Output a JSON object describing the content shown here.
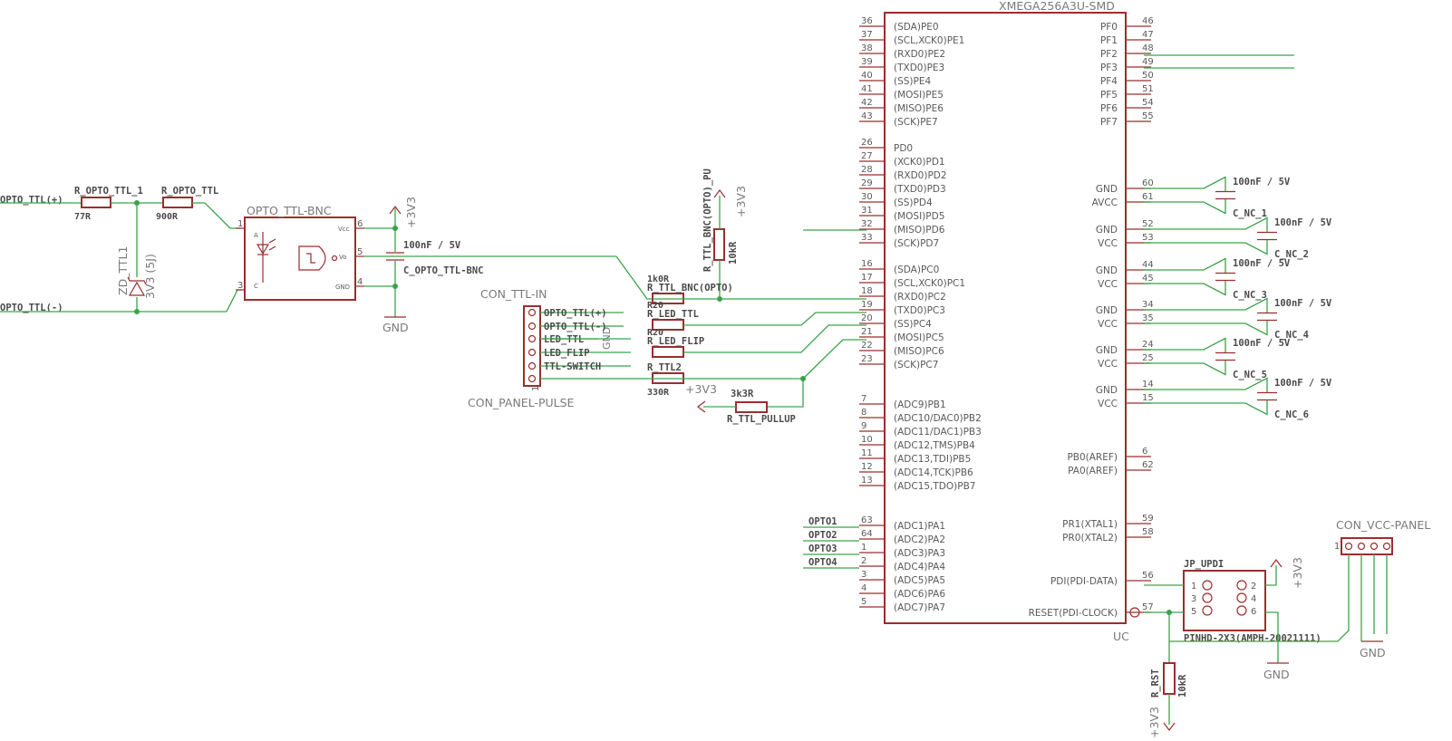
{
  "mcu": {
    "name": "XMEGA256A3U-SMD",
    "ref": "UC",
    "left_pins": [
      {
        "num": "36",
        "name": "(SDA)PE0"
      },
      {
        "num": "37",
        "name": "(SCL,XCK0)PE1"
      },
      {
        "num": "38",
        "name": "(RXD0)PE2"
      },
      {
        "num": "39",
        "name": "(TXD0)PE3"
      },
      {
        "num": "40",
        "name": "(SS)PE4"
      },
      {
        "num": "41",
        "name": "(MOSI)PE5"
      },
      {
        "num": "42",
        "name": "(MISO)PE6"
      },
      {
        "num": "43",
        "name": "(SCK)PE7"
      },
      {
        "num": "26",
        "name": "PD0"
      },
      {
        "num": "27",
        "name": "(XCK0)PD1"
      },
      {
        "num": "28",
        "name": "(RXD0)PD2"
      },
      {
        "num": "29",
        "name": "(TXD0)PD3"
      },
      {
        "num": "30",
        "name": "(SS)PD4"
      },
      {
        "num": "31",
        "name": "(MOSI)PD5"
      },
      {
        "num": "32",
        "name": "(MISO)PD6"
      },
      {
        "num": "33",
        "name": "(SCK)PD7"
      },
      {
        "num": "16",
        "name": "(SDA)PC0"
      },
      {
        "num": "17",
        "name": "(SCL,XCK0)PC1"
      },
      {
        "num": "18",
        "name": "(RXD0)PC2"
      },
      {
        "num": "19",
        "name": "(TXD0)PC3"
      },
      {
        "num": "20",
        "name": "(SS)PC4"
      },
      {
        "num": "21",
        "name": "(MOSI)PC5"
      },
      {
        "num": "22",
        "name": "(MISO)PC6"
      },
      {
        "num": "23",
        "name": "(SCK)PC7"
      },
      {
        "num": "7",
        "name": "(ADC9)PB1"
      },
      {
        "num": "8",
        "name": "(ADC10/DAC0)PB2"
      },
      {
        "num": "9",
        "name": "(ADC11/DAC1)PB3"
      },
      {
        "num": "10",
        "name": "(ADC12,TMS)PB4"
      },
      {
        "num": "11",
        "name": "(ADC13,TDI)PB5"
      },
      {
        "num": "12",
        "name": "(ADC14,TCK)PB6"
      },
      {
        "num": "13",
        "name": "(ADC15,TDO)PB7"
      },
      {
        "num": "63",
        "name": "(ADC1)PA1"
      },
      {
        "num": "64",
        "name": "(ADC2)PA2"
      },
      {
        "num": "1",
        "name": "(ADC3)PA3"
      },
      {
        "num": "2",
        "name": "(ADC4)PA4"
      },
      {
        "num": "3",
        "name": "(ADC5)PA5"
      },
      {
        "num": "4",
        "name": "(ADC6)PA6"
      },
      {
        "num": "5",
        "name": "(ADC7)PA7"
      }
    ],
    "right_pins": [
      {
        "num": "46",
        "name": "PF0"
      },
      {
        "num": "47",
        "name": "PF1"
      },
      {
        "num": "48",
        "name": "PF2"
      },
      {
        "num": "49",
        "name": "PF3"
      },
      {
        "num": "50",
        "name": "PF4"
      },
      {
        "num": "51",
        "name": "PF5"
      },
      {
        "num": "54",
        "name": "PF6"
      },
      {
        "num": "55",
        "name": "PF7"
      },
      {
        "num": "60",
        "name": "GND"
      },
      {
        "num": "61",
        "name": "AVCC"
      },
      {
        "num": "52",
        "name": "GND"
      },
      {
        "num": "53",
        "name": "VCC"
      },
      {
        "num": "44",
        "name": "GND"
      },
      {
        "num": "45",
        "name": "VCC"
      },
      {
        "num": "34",
        "name": "GND"
      },
      {
        "num": "35",
        "name": "VCC"
      },
      {
        "num": "24",
        "name": "GND"
      },
      {
        "num": "25",
        "name": "VCC"
      },
      {
        "num": "14",
        "name": "GND"
      },
      {
        "num": "15",
        "name": "VCC"
      },
      {
        "num": "6",
        "name": "PB0(AREF)"
      },
      {
        "num": "62",
        "name": "PA0(AREF)"
      },
      {
        "num": "59",
        "name": "PR1(XTAL1)"
      },
      {
        "num": "58",
        "name": "PR0(XTAL2)"
      },
      {
        "num": "56",
        "name": "PDI(PDI-DATA)"
      },
      {
        "num": "57",
        "name": "RESET(PDI-CLOCK)"
      }
    ]
  },
  "decoupling": [
    {
      "value": "100nF / 5V",
      "name": "C_NC_1"
    },
    {
      "value": "100nF / 5V",
      "name": "C_NC_2"
    },
    {
      "value": "100nF / 5V",
      "name": "C_NC_3"
    },
    {
      "value": "100nF / 5V",
      "name": "C_NC_4"
    },
    {
      "value": "100nF / 5V",
      "name": "C_NC_5"
    },
    {
      "value": "100nF / 5V",
      "name": "C_NC_6"
    }
  ],
  "input_stage": {
    "net_pos": "OPTO_TTL(+)",
    "net_neg": "OPTO_TTL(-)",
    "r1_name": "R_OPTO_TTL_1",
    "r1_value": "77R",
    "r2_name": "R_OPTO_TTL",
    "r2_value": "900R",
    "zener_name": "ZD_TTL1",
    "zener_value": "3V3 (5J)",
    "opto_name": "OPTO_TTL-BNC",
    "opto_pins": [
      "1",
      "3",
      "6",
      "5",
      "4"
    ],
    "opto_vcc_label": "Vcc",
    "opto_vo_label": "Vo",
    "opto_gnd_label": "GND",
    "opto_a_label": "A",
    "opto_c_label": "C",
    "cap_value": "100nF / 5V",
    "cap_name": "C_OPTO_TTL-BNC",
    "supply": "+3V3",
    "gnd": "GND"
  },
  "pullup": {
    "name": "R_TTL_BNC(OPTO)_PU",
    "value": "10kR",
    "supply": "+3V3"
  },
  "series_resistors": [
    {
      "name": "R_TTL_BNC(OPTO)",
      "value": "1k0R"
    },
    {
      "name": "R_LED_TTL",
      "value": "R20"
    },
    {
      "name": "R_LED_FLIP",
      "value": "R20"
    },
    {
      "name": "R_TTL2",
      "value": "330R"
    }
  ],
  "con_ttl_in": {
    "name": "CON_TTL-IN",
    "pins": [
      "OPTO_TTL(+)",
      "OPTO_TTL(-)",
      "LED_TTL",
      "LED_FLIP",
      "TTL-SWITCH"
    ],
    "pin1": "1",
    "gnd": "GND"
  },
  "con_panel_pulse": {
    "name": "CON_PANEL-PULSE"
  },
  "ttl_pullup": {
    "name": "R_TTL_PULLUP",
    "value": "3k3R",
    "supply": "+3V3"
  },
  "opto_nets": [
    "OPTO1",
    "OPTO2",
    "OPTO3",
    "OPTO4"
  ],
  "jp_updi": {
    "name": "JP_UPDI",
    "package": "PINHD-2X3(AMPH-20021111)",
    "pins_left": [
      "1",
      "3",
      "5"
    ],
    "pins_right": [
      "2",
      "4",
      "6"
    ],
    "supply": "+3V3",
    "gnd": "GND"
  },
  "rst": {
    "name": "R_RST",
    "value": "10kR",
    "supply": "+3V3"
  },
  "con_vcc_panel": {
    "name": "CON_VCC-PANEL",
    "pin1": "1",
    "gnd": "GND"
  },
  "colors": {
    "part": "#9a2e2e",
    "wire": "#3aa34a",
    "label": "#7a7a7a"
  }
}
